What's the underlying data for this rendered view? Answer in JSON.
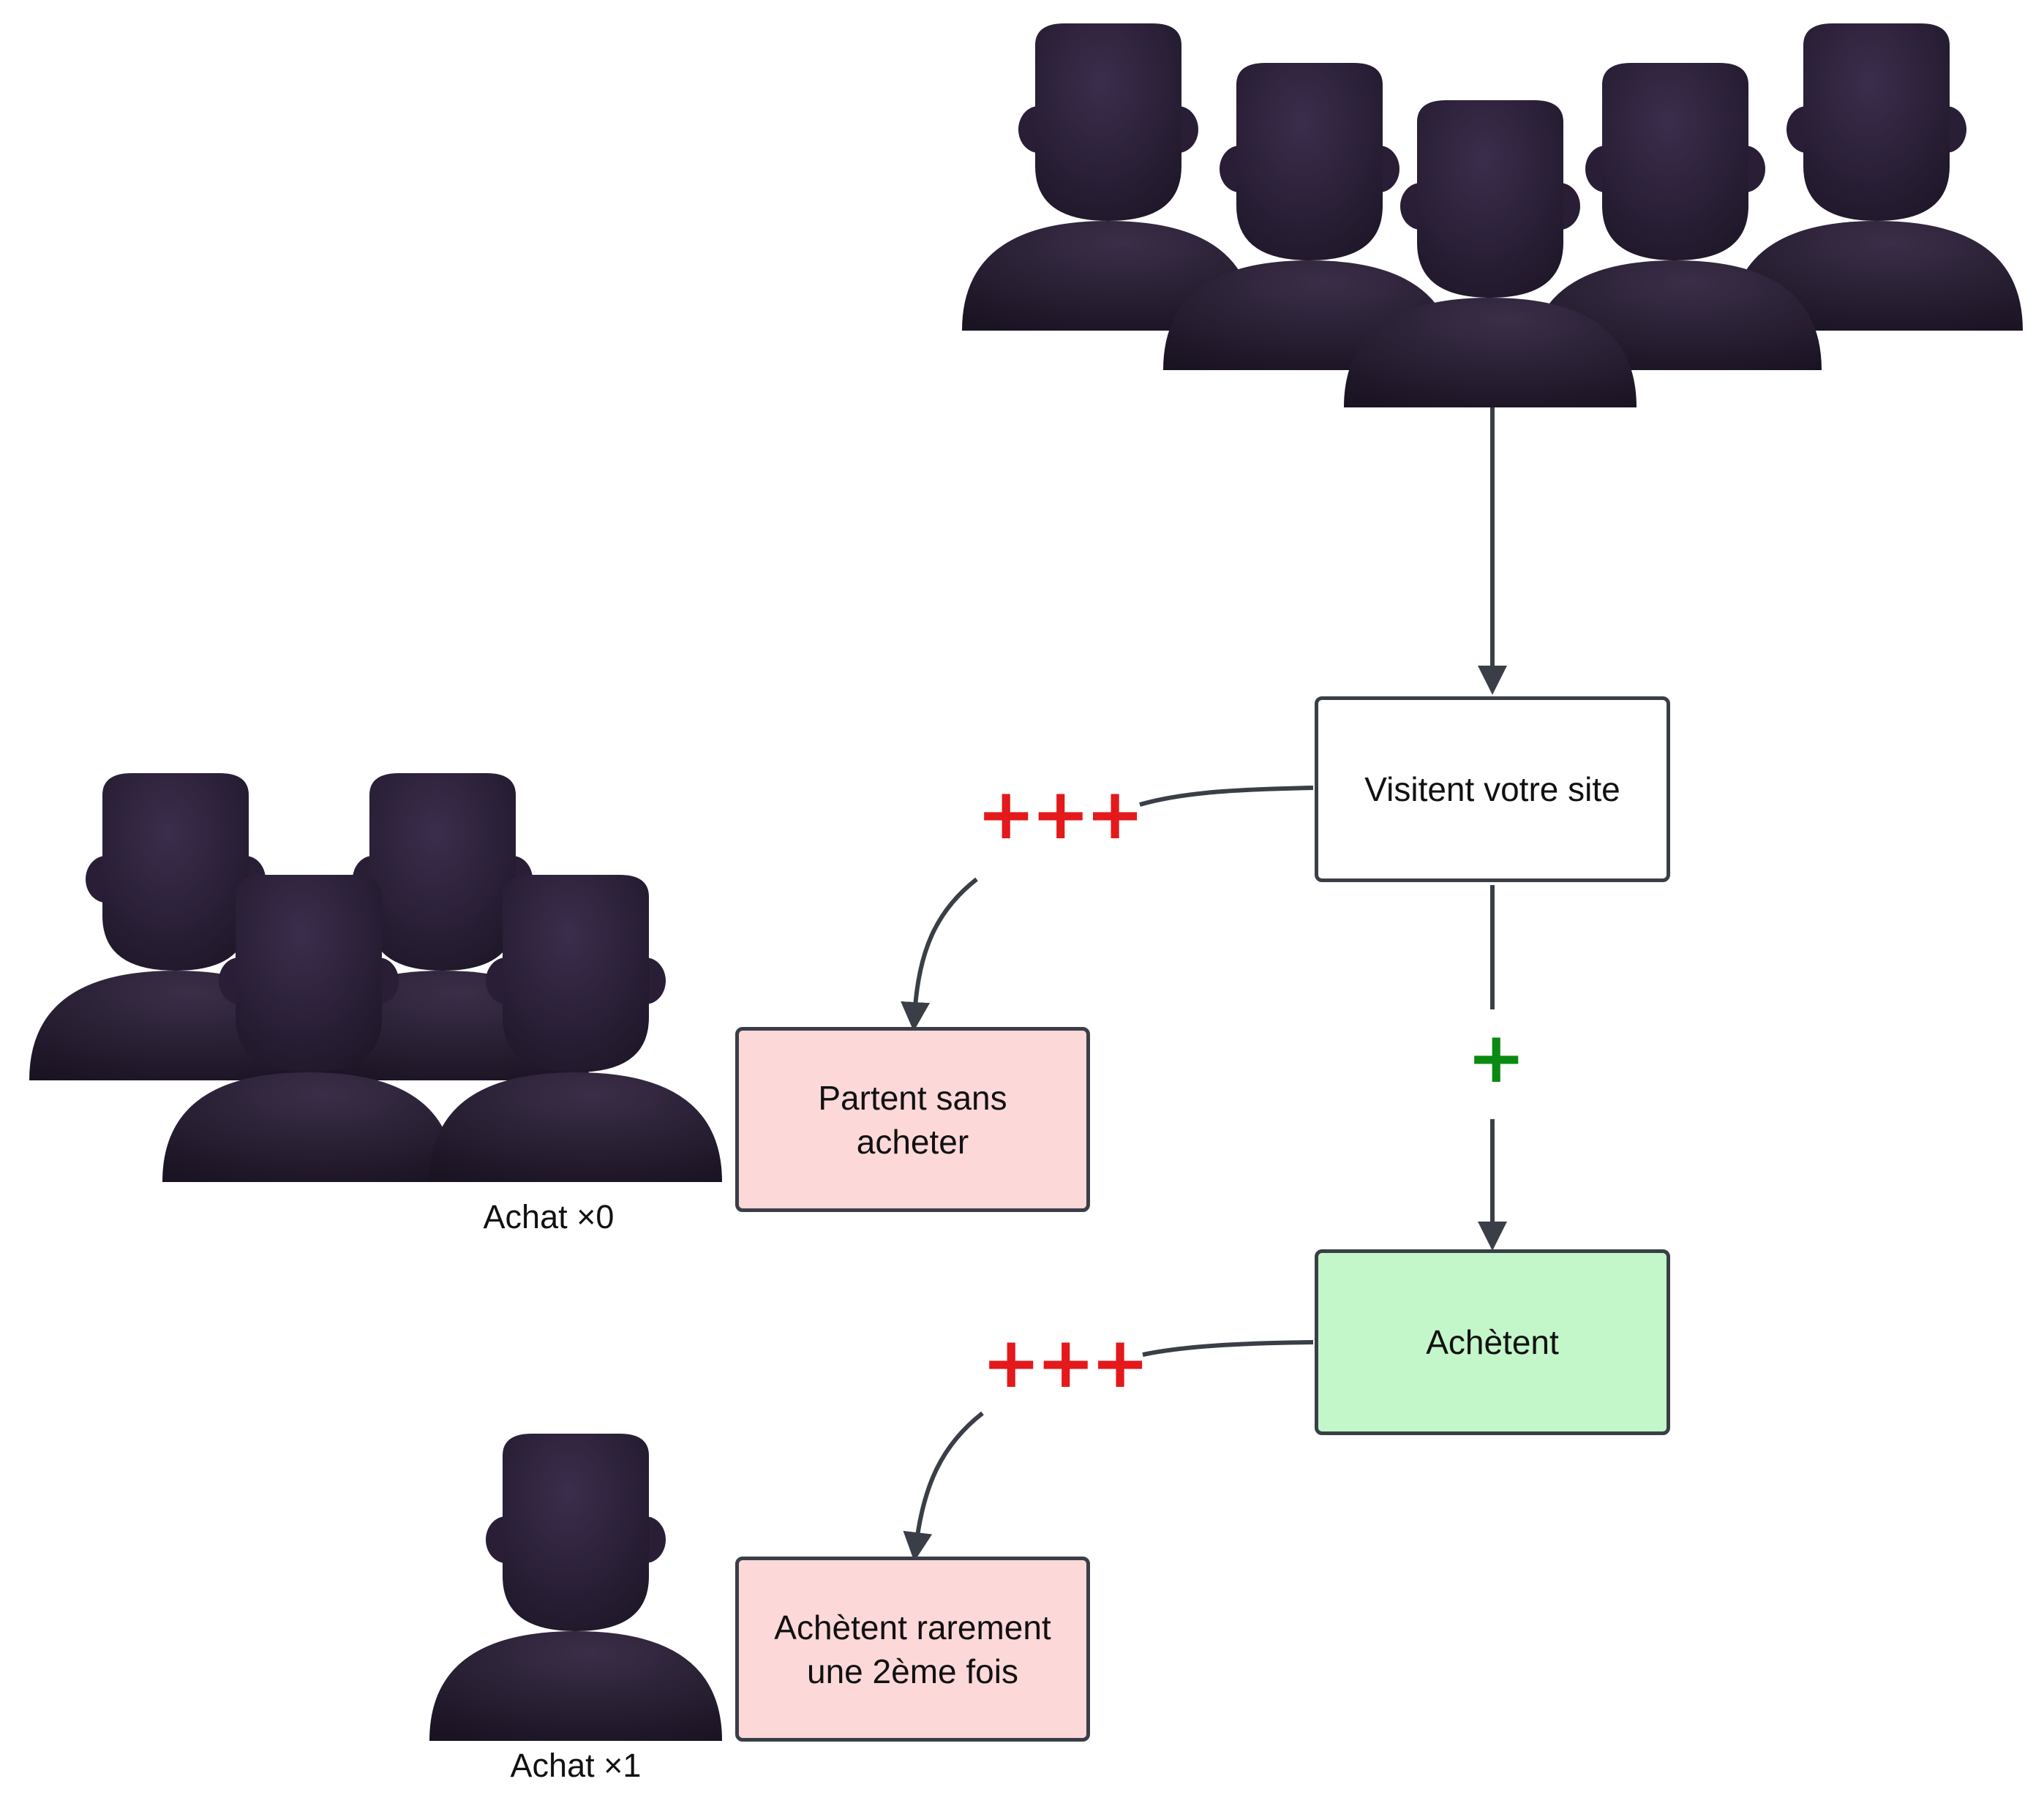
{
  "nodes": {
    "visit": {
      "label": "Visitent votre site",
      "bg": "#ffffff"
    },
    "leave": {
      "label": "Partent sans\nacheter",
      "bg": "#fdd8d9"
    },
    "buy": {
      "label": "Achètent",
      "bg": "#c3f6c8"
    },
    "rare": {
      "label": "Achètent rarement\nune 2ème fois",
      "bg": "#fdd8d9"
    }
  },
  "captions": {
    "group_zero": "Achat ×0",
    "group_one": "Achat ×1"
  },
  "edge_marks": {
    "visit_to_leave": "+++",
    "visit_to_buy": "+",
    "buy_to_rare": "+++"
  },
  "colors": {
    "line": "#3a3f47",
    "mark_negative": "#e3191b",
    "mark_positive": "#0b8a12",
    "person": "#2a1e36"
  },
  "icons": {
    "person": "person-silhouette-icon"
  }
}
